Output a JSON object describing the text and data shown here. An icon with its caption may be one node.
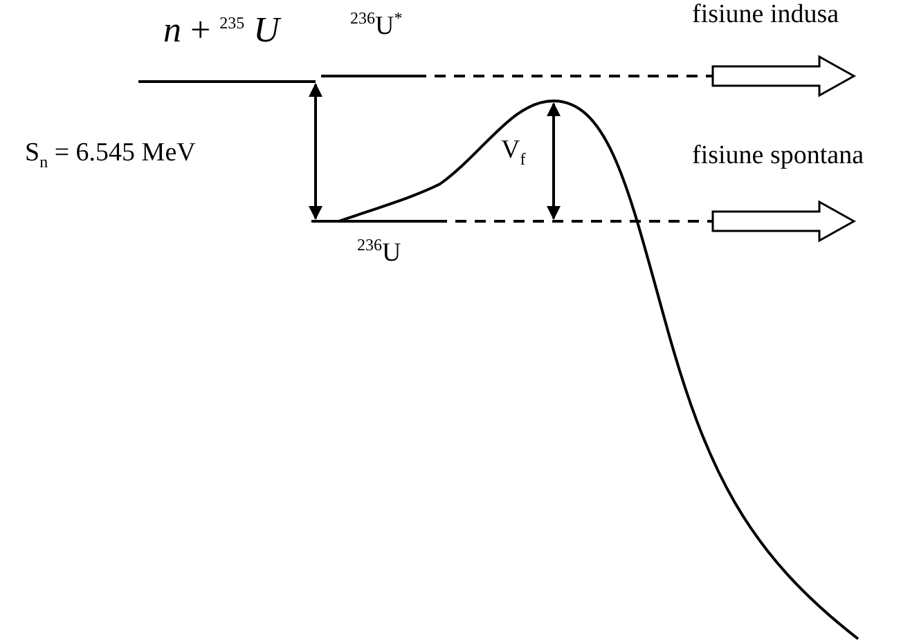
{
  "diagram": {
    "labels": [
      "*n* + $^{235}$ *U*",
      "$^{236}$U$^{*}$",
      "fisiune indusa",
      "S$_{n}$ = 6.545 MeV",
      "V$_{f}$",
      "fisiune spontana",
      "$^{236}$U"
    ]
  }
}
